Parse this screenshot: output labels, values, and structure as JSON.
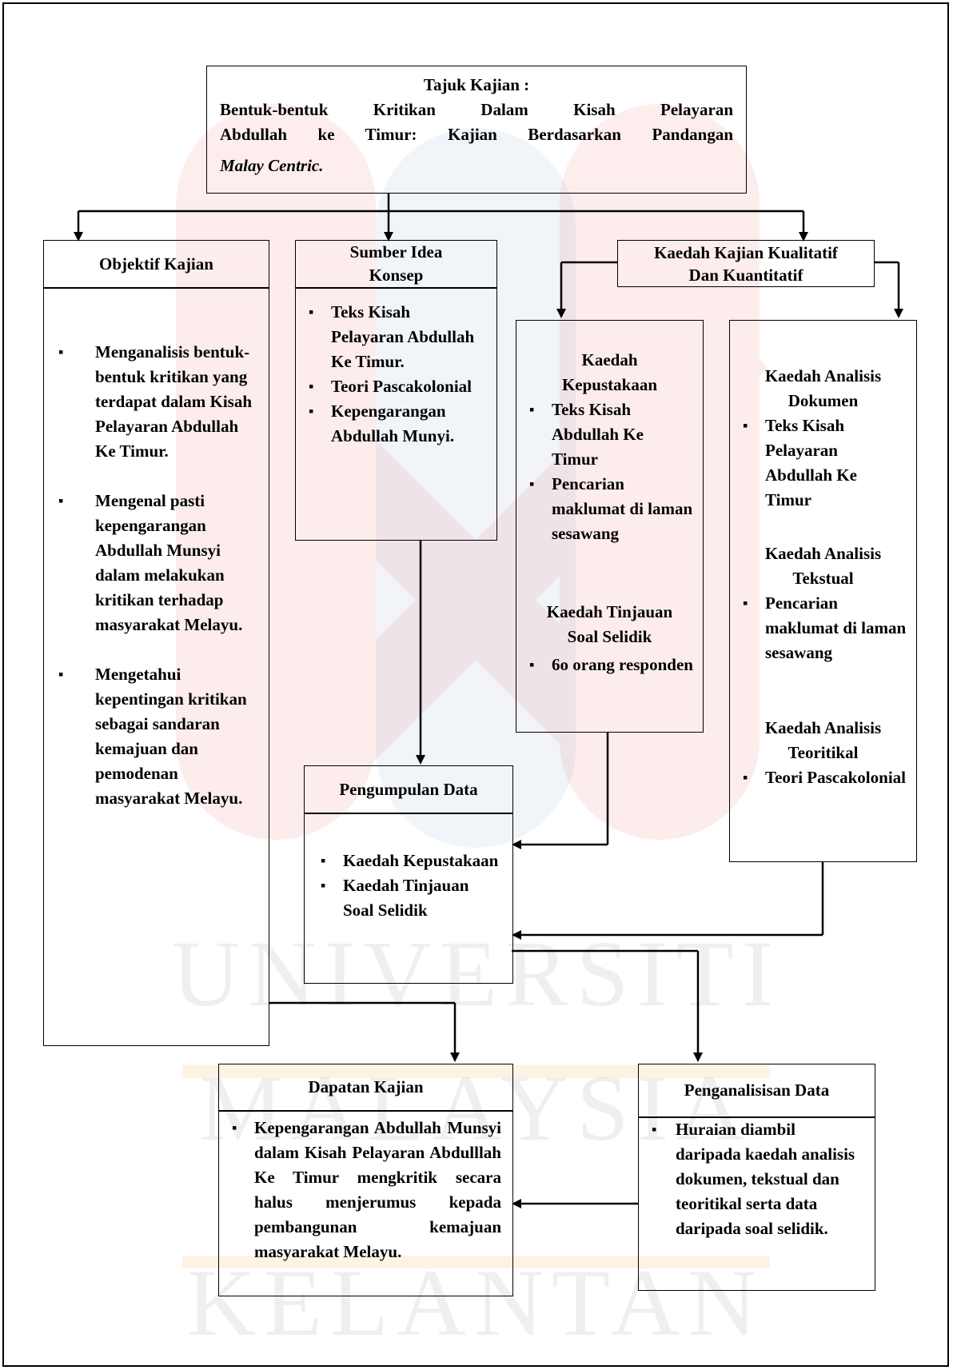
{
  "title_box": {
    "heading": "Tajuk Kajian :",
    "line1": "Bentuk-bentuk Kritikan Dalam Kisah Pelayaran",
    "line2": "Abdullah ke Timur: Kajian Berdasarkan Pandangan",
    "line3": "Malay Centric."
  },
  "objektif": {
    "header": "Objektif Kajian",
    "items": [
      "Menganalisis bentuk-bentuk kritikan yang terdapat dalam Kisah Pelayaran Abdullah Ke Timur.",
      "Mengenal pasti kepengarangan Abdullah Munsyi dalam melakukan kritikan terhadap masyarakat Melayu.",
      "Mengetahui kepentingan kritikan sebagai sandaran kemajuan dan pemodenan masyarakat Melayu."
    ]
  },
  "sumber": {
    "header_line1": "Sumber Idea",
    "header_line2": "Konsep",
    "items": [
      "Teks Kisah Pelayaran Abdullah Ke Timur.",
      "Teori Pascakolonial",
      "Kepengarangan Abdullah Munyi."
    ]
  },
  "kaedah": {
    "header_line1": "Kaedah Kajian Kualitatif",
    "header_line2": "Dan Kuantitatif"
  },
  "kepustakaan": {
    "title_line1": "Kaedah",
    "title_line2": "Kepustakaan",
    "items": [
      "Teks Kisah Abdullah Ke Timur",
      "Pencarian maklumat di laman sesawang"
    ],
    "title2_line1": "Kaedah Tinjauan",
    "title2_line2": "Soal Selidik",
    "items2": [
      "6o orang responden"
    ]
  },
  "analisis": {
    "t1_line1": "Kaedah Analisis",
    "t1_line2": "Dokumen",
    "items1": [
      "Teks Kisah Pelayaran Abdullah Ke Timur"
    ],
    "t2_line1": "Kaedah Analisis",
    "t2_line2": "Tekstual",
    "items2": [
      "Pencarian maklumat di laman sesawang"
    ],
    "t3_line1": "Kaedah Analisis",
    "t3_line2": "Teoritikal",
    "items3": [
      "Teori Pascakolonial"
    ]
  },
  "pengumpulan": {
    "header": "Pengumpulan Data",
    "items": [
      "Kaedah Kepustakaan",
      "Kaedah Tinjauan Soal Selidik"
    ]
  },
  "dapatan": {
    "header": "Dapatan Kajian",
    "items": [
      "Kepengarangan Abdullah Munsyi dalam Kisah Pelayaran Abdulllah Ke Timur mengkritik secara halus menjerumus kepada pembangunan kemajuan masyarakat Melayu."
    ]
  },
  "penganalisisan": {
    "header": "Penganalisisan Data",
    "items": [
      "Huraian diambil daripada kaedah analisis dokumen, tekstual dan teoritikal serta data daripada soal selidik."
    ]
  },
  "watermark": {
    "line1": "UNIVERSITI",
    "line2": "MALAYSIA",
    "line3": "KELANTAN"
  },
  "colors": {
    "watermark_red": "#e8403a",
    "watermark_blue": "#3a6ab0",
    "watermark_orange": "#f7b870"
  }
}
